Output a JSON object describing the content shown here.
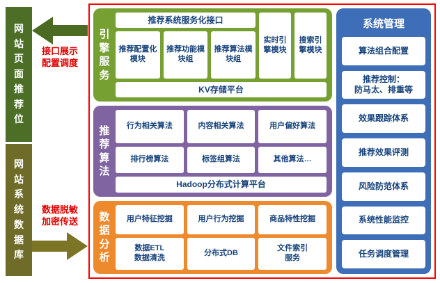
{
  "left": {
    "top_bar_label": "网站页面推荐位",
    "bottom_bar_label": "网站系统数据库",
    "top_arrow_caption": "接口展示\n配置调度",
    "bottom_arrow_caption": "数据脱敏\n加密传送"
  },
  "engine": {
    "label": "引擎服务",
    "service_api_box": "推荐系统服务化接口",
    "modules": [
      "推荐配置化模块",
      "推荐功能模块组",
      "推荐算法模块组"
    ],
    "engines": [
      "实时引擎模块",
      "搜索引擎模块"
    ],
    "storage_box": "KV存储平台"
  },
  "algorithms": {
    "label": "推荐算法",
    "row1": [
      "行为相关算法",
      "内容相关算法",
      "用户偏好算法"
    ],
    "row2": [
      "排行榜算法",
      "标签组算法",
      "其他算法…"
    ],
    "platform_box": "Hadoop分布式计算平台"
  },
  "data_analysis": {
    "label": "数据分析",
    "row1": [
      "用户特征挖掘",
      "用户行为挖掘",
      "商品特性挖掘"
    ],
    "row2": [
      "数据ETL\n数据清洗",
      "分布式DB",
      "文件索引\n服务"
    ]
  },
  "management": {
    "title": "系统管理",
    "items": [
      "算法组合配置",
      "推荐控制：\n防马太、排重等",
      "效果跟踪体系",
      "推荐效果评测",
      "风险防范体系",
      "系统性能监控",
      "任务调度管理"
    ]
  },
  "colors": {
    "engine_green": "#76A032",
    "algorithm_purple": "#8064A2",
    "data_orange": "#EE8A2E",
    "management_blue": "#3D6EB7",
    "left_bar_green": "#4C6E26",
    "left_bar_olive": "#6F6B28",
    "frame_red": "#FF0000",
    "box_text_blue": "#17437B",
    "caption_red": "#E00000"
  }
}
